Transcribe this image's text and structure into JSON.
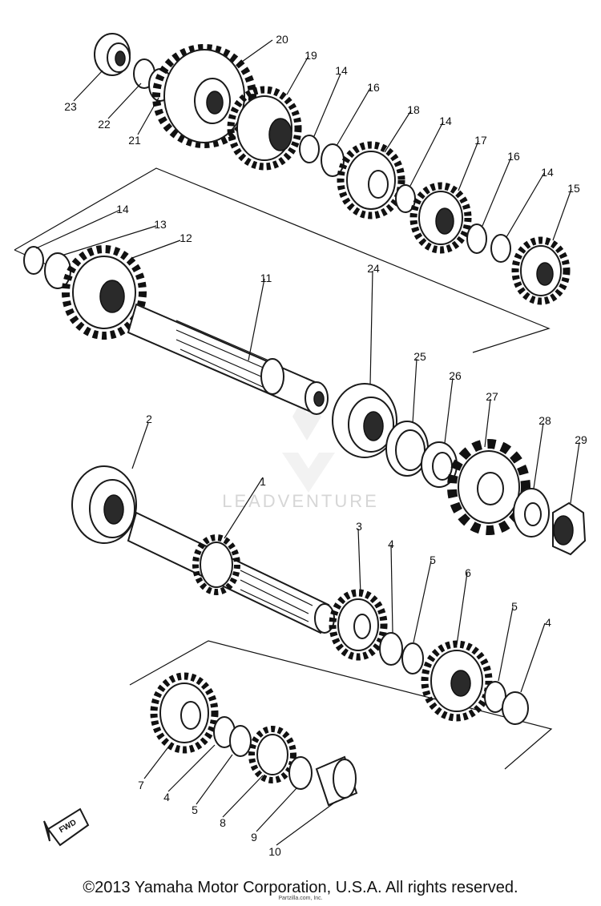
{
  "watermark": "LEADVENTURE",
  "footer": {
    "copyright": "©2013 Yamaha Motor Corporation, U.S.A. All rights reserved.",
    "fine_print": "Partzilla.com, Inc."
  },
  "direction_arrow_label": "FWD",
  "callouts": [
    "1",
    "2",
    "3",
    "4",
    "5",
    "6",
    "7",
    "8",
    "9",
    "10",
    "11",
    "12",
    "13",
    "14",
    "15",
    "16",
    "17",
    "18",
    "19",
    "20",
    "21",
    "22",
    "23",
    "24",
    "25",
    "26",
    "27",
    "28",
    "29"
  ]
}
